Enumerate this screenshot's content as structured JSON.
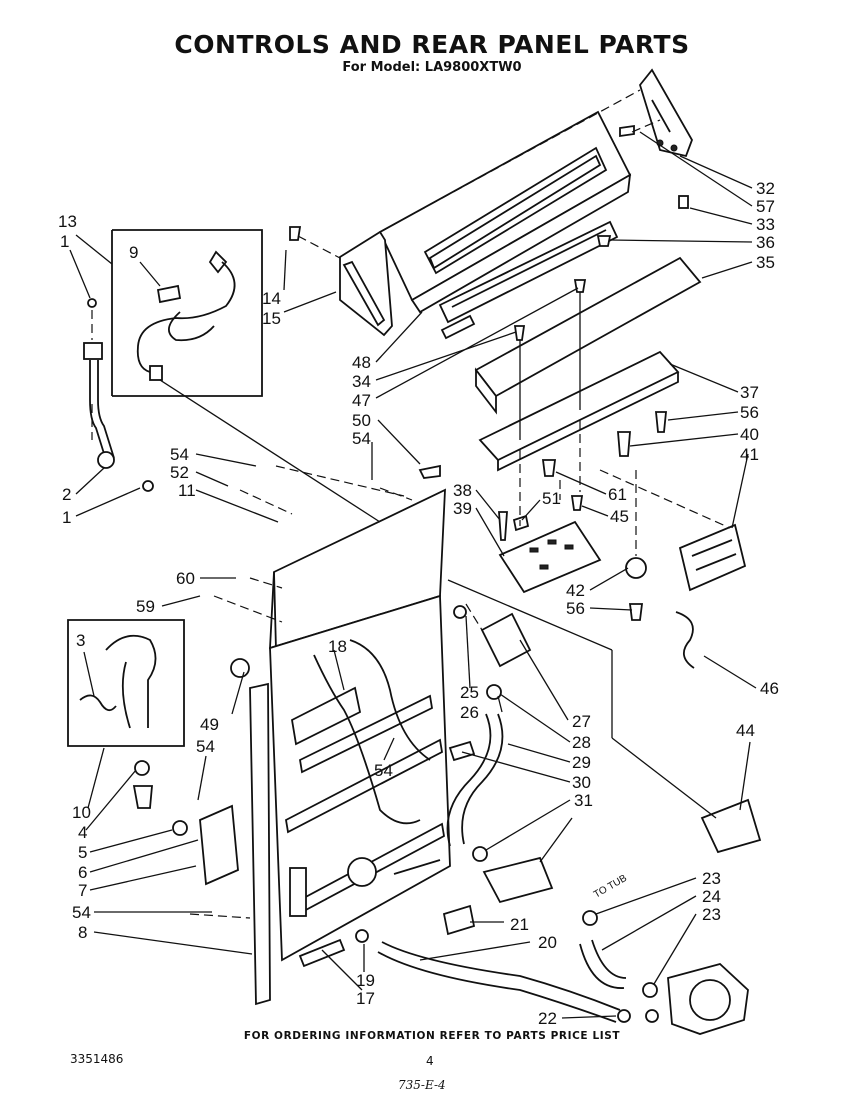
{
  "header": {
    "title": "CONTROLS AND REAR PANEL PARTS",
    "subtitle": "For Model: LA9800XTW0"
  },
  "footer": {
    "ordering_note": "FOR ORDERING INFORMATION REFER TO PARTS PRICE LIST",
    "doc_number": "3351486",
    "page_number": "4",
    "handwritten_note": "735-E-4"
  },
  "annotations": {
    "to_tub": "TO TUB"
  },
  "callouts": {
    "c13": "13",
    "c1a": "1",
    "c9": "9",
    "c14": "14",
    "c15": "15",
    "c2": "2",
    "c1b": "1",
    "c54a": "54",
    "c52": "52",
    "c11": "11",
    "c48": "48",
    "c34": "34",
    "c47": "47",
    "c50": "50",
    "c54b": "54",
    "c32": "32",
    "c57": "57",
    "c33": "33",
    "c36": "36",
    "c35": "35",
    "c37": "37",
    "c56a": "56",
    "c40": "40",
    "c41": "41",
    "c38": "38",
    "c39": "39",
    "c51": "51",
    "c61": "61",
    "c45": "45",
    "c42": "42",
    "c56b": "56",
    "c46": "46",
    "c60": "60",
    "c59": "59",
    "c3": "3",
    "c49": "49",
    "c54c": "54",
    "c18": "18",
    "c25": "25",
    "c26": "26",
    "c27": "27",
    "c28": "28",
    "c29": "29",
    "c30": "30",
    "c31": "31",
    "c44": "44",
    "c54d": "54",
    "c10": "10",
    "c4": "4",
    "c5": "5",
    "c6": "6",
    "c7": "7",
    "c54e": "54",
    "c8": "8",
    "c23a": "23",
    "c24": "24",
    "c23b": "23",
    "c21": "21",
    "c20": "20",
    "c19": "19",
    "c17": "17",
    "c22": "22"
  }
}
